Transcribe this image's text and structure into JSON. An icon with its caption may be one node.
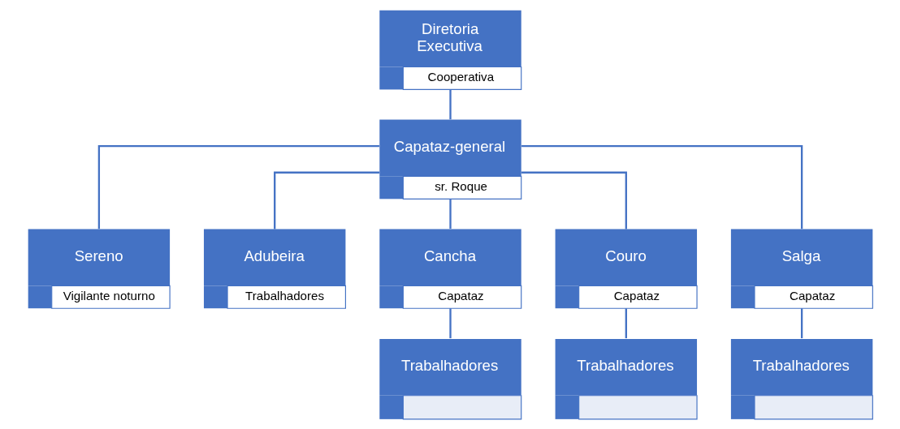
{
  "diagram": {
    "nodes": [
      {
        "text": [
          "Diretoria Executiva",
          "Cooperativa"
        ]
      },
      {
        "text": [
          "Capataz-general",
          "sr. Roque"
        ]
      },
      {
        "text": [
          "Sereno",
          "Vigilante noturno"
        ]
      },
      {
        "text": [
          "Adubeira",
          "Trabalhadores"
        ]
      },
      {
        "text": [
          "Cancha",
          "Capataz"
        ]
      },
      {
        "text": [
          "Couro",
          "Capataz"
        ]
      },
      {
        "text": [
          "Salga",
          "Capataz"
        ]
      },
      {
        "text": [
          "Trabalhadores"
        ]
      },
      {
        "text": [
          "Trabalhadores"
        ]
      },
      {
        "text": [
          "Trabalhadores"
        ]
      }
    ],
    "edges": [
      {
        "from": 0,
        "to": 1,
        "arrow": "none"
      },
      {
        "from": 1,
        "to": 2,
        "arrow": "none"
      },
      {
        "from": 1,
        "to": 3,
        "arrow": "none"
      },
      {
        "from": 1,
        "to": 4,
        "arrow": "none"
      },
      {
        "from": 1,
        "to": 5,
        "arrow": "none"
      },
      {
        "from": 1,
        "to": 6,
        "arrow": "none"
      },
      {
        "from": 4,
        "to": 7,
        "arrow": "none"
      },
      {
        "from": 5,
        "to": 8,
        "arrow": "none"
      },
      {
        "from": 6,
        "to": 9,
        "arrow": "none"
      }
    ]
  }
}
